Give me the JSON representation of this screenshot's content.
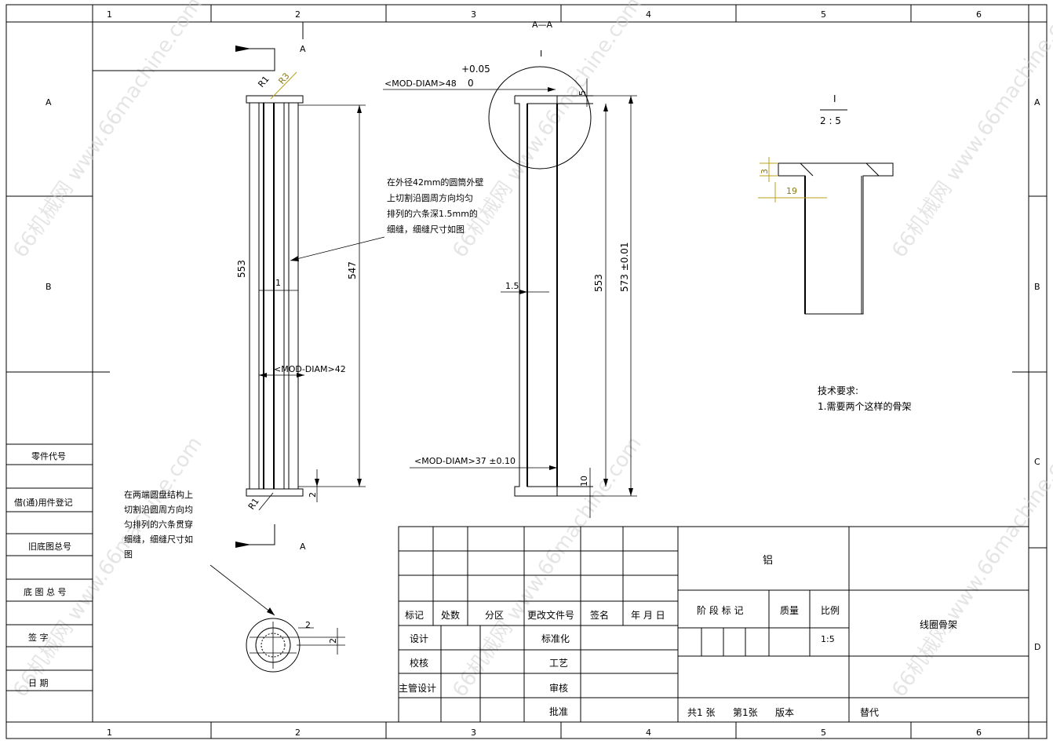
{
  "zone_columns": [
    "1",
    "2",
    "3",
    "4",
    "5",
    "6"
  ],
  "zone_rows": [
    "A",
    "B",
    "C",
    "D"
  ],
  "section_label": "A—A",
  "section_marker": "A",
  "detail_marker": "I",
  "detail_view": {
    "label": "I",
    "scale": "2 : 5",
    "dim_3": "3",
    "dim_19": "19"
  },
  "left_view": {
    "dim_553": "553",
    "dim_547": "547",
    "dim_1": "1",
    "dim_2": "2",
    "diameter_42": "<MOD-DIAM>42",
    "radius_r3": "R3",
    "radius_r1": "R1",
    "note_lines": [
      "在外径42mm的圆筒外壁",
      "上切割沿圆周方向均匀",
      "排列的六条深1.5mm的",
      "细缝，细缝尺寸如图"
    ]
  },
  "end_view": {
    "note_lines": [
      "在两端圆盘结构上",
      "切割沿圆周方向均",
      "匀排列的六条贯穿",
      "细缝，细缝尺寸如",
      "图"
    ],
    "dim_2a": "2",
    "dim_2b": "2"
  },
  "section_view": {
    "diameter_48": "<MOD-DIAM>48",
    "tol_upper": "+0.05",
    "tol_lower": "0",
    "dim_5": "5",
    "dim_1_5": "1.5",
    "dim_553": "553",
    "dim_573": "573 ±0.01",
    "diameter_37": "<MOD-DIAM>37  ±0.10",
    "dim_10": "10"
  },
  "tech_requirements": {
    "title": "技术要求:",
    "item": "1.需要两个这样的骨架"
  },
  "left_strip": [
    "零件代号",
    "借(通)用件登记",
    "旧底图总号",
    "底 图 总 号",
    "签   字",
    "日   期"
  ],
  "title_block": {
    "material": "铝",
    "headers": [
      "标记",
      "处数",
      "分区",
      "更改文件号",
      "签名",
      "年 月 日"
    ],
    "roles": [
      "设计",
      "校核",
      "主管设计"
    ],
    "roles_right": [
      "标准化",
      "工艺",
      "审核",
      "批准"
    ],
    "stage_label": "阶 段 标 记",
    "mass_label": "质量",
    "scale_label": "比例",
    "scale_value": "1:5",
    "part_name": "线圈骨架",
    "sheets_total": "共1 张",
    "sheet_no": "第1张",
    "version": "版本",
    "replaces": "替代"
  },
  "watermark": "66机械网 www.66machine.com"
}
